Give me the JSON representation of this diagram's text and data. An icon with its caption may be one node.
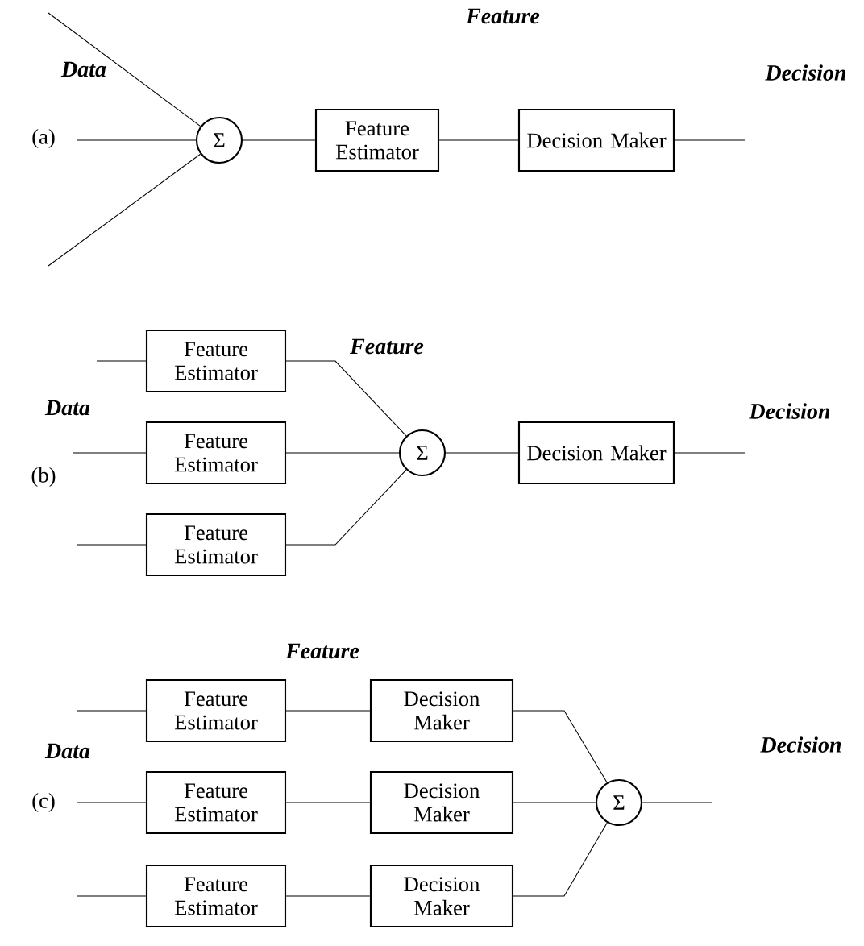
{
  "diagram": {
    "nodes": [
      {
        "text": [
          "Σ"
        ]
      },
      {
        "text": [
          "Feature Estimator"
        ]
      },
      {
        "text": [
          "Decision Maker"
        ]
      },
      {
        "text": [
          "Feature Estimator"
        ]
      },
      {
        "text": [
          "Feature Estimator"
        ]
      },
      {
        "text": [
          "Feature Estimator"
        ]
      },
      {
        "text": [
          "Σ"
        ]
      },
      {
        "text": [
          "Decision Maker"
        ]
      },
      {
        "text": [
          "Feature Estimator"
        ]
      },
      {
        "text": [
          "Decision Maker"
        ]
      },
      {
        "text": [
          "Feature Estimator"
        ]
      },
      {
        "text": [
          "Decision Maker"
        ]
      },
      {
        "text": [
          "Feature Estimator"
        ]
      },
      {
        "text": [
          "Decision Maker"
        ]
      },
      {
        "text": [
          "Σ"
        ]
      }
    ],
    "edges": [
      {
        "from": null,
        "to": 0,
        "arrow": "none"
      },
      {
        "from": null,
        "to": 0,
        "arrow": "none"
      },
      {
        "from": null,
        "to": 0,
        "arrow": "none"
      },
      {
        "from": 0,
        "to": 1,
        "arrow": "none"
      },
      {
        "from": 1,
        "to": 2,
        "arrow": "none"
      },
      {
        "from": 2,
        "to": null,
        "arrow": "none"
      },
      {
        "from": null,
        "to": 3,
        "arrow": "none"
      },
      {
        "from": null,
        "to": 4,
        "arrow": "none"
      },
      {
        "from": null,
        "to": 5,
        "arrow": "none"
      },
      {
        "from": 3,
        "to": 6,
        "arrow": "none"
      },
      {
        "from": 4,
        "to": 6,
        "arrow": "none"
      },
      {
        "from": 5,
        "to": 6,
        "arrow": "none"
      },
      {
        "from": 6,
        "to": 7,
        "arrow": "none"
      },
      {
        "from": 7,
        "to": null,
        "arrow": "none"
      },
      {
        "from": null,
        "to": 8,
        "arrow": "none"
      },
      {
        "from": null,
        "to": 10,
        "arrow": "none"
      },
      {
        "from": null,
        "to": 12,
        "arrow": "none"
      },
      {
        "from": 8,
        "to": 9,
        "arrow": "none"
      },
      {
        "from": 10,
        "to": 11,
        "arrow": "none"
      },
      {
        "from": 12,
        "to": 13,
        "arrow": "none"
      },
      {
        "from": 9,
        "to": 14,
        "arrow": "none"
      },
      {
        "from": 11,
        "to": 14,
        "arrow": "none"
      },
      {
        "from": 13,
        "to": 14,
        "arrow": "none"
      },
      {
        "from": 14,
        "to": null,
        "arrow": "none"
      }
    ],
    "labels": [
      "Feature",
      "Data",
      "Decision",
      "(a)",
      "Feature",
      "Data",
      "Decision",
      "(b)",
      "Feature",
      "Decision",
      "Data",
      "(c)"
    ]
  }
}
